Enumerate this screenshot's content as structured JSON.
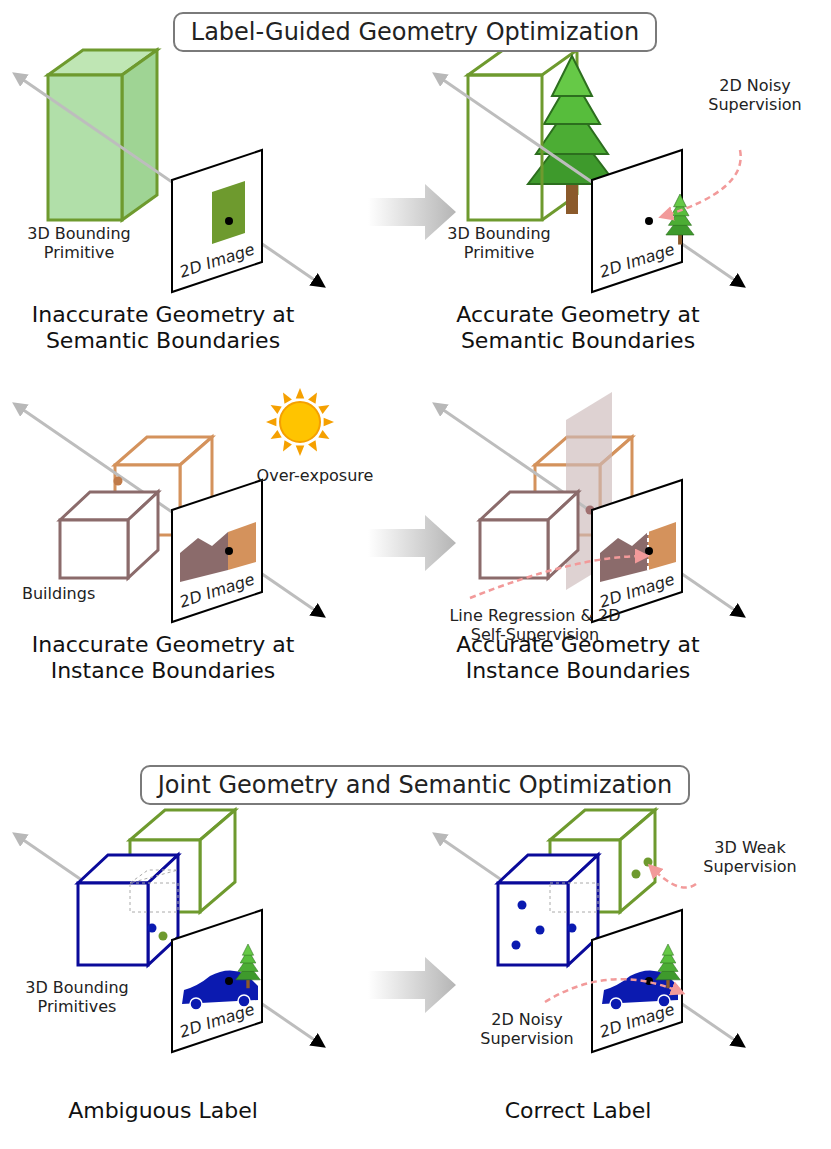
{
  "diagram": {
    "nodes": [
      {
        "text": [
          "Label-Guided Geometry Optimization"
        ]
      },
      {
        "text": [
          "Joint Geometry and Semantic Optimization"
        ]
      }
    ],
    "labels": [
      "3D Bounding Primitive",
      "2D Image",
      "Inaccurate Geometry at Semantic Boundaries",
      "2D Noisy Supervision",
      "3D Bounding Primitive",
      "2D Image",
      "Accurate Geometry at Semantic Boundaries",
      "Over-exposure",
      "Buildings",
      "2D Image",
      "Inaccurate Geometry at Instance Boundaries",
      "Line Regression & 2D Self-Supervision",
      "2D Image",
      "Accurate Geometry at Instance Boundaries",
      "3D Bounding Primitives",
      "2D Image",
      "Ambiguous Label",
      "3D Weak Supervision",
      "2D Noisy Supervision",
      "2D Image",
      "Correct Label"
    ]
  }
}
